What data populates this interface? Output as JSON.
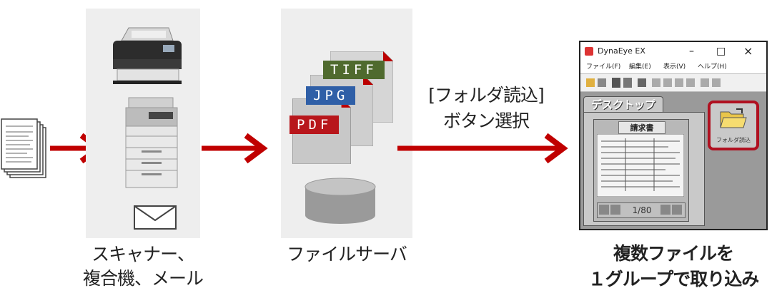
{
  "scanner_label_line1": "スキャナー、",
  "scanner_label_line2": "複合機、メール",
  "server_label": "ファイルサーバ",
  "action_label_line1": "[フォルダ読込]",
  "action_label_line2": "ボタン選択",
  "result_label_line1": "複数ファイルを",
  "result_label_line2": "１グループで取り込み",
  "file_types": [
    "TIFF",
    "JPG",
    "PDF"
  ],
  "file_type_colors": {
    "TIFF": "#4f6a2e",
    "JPG": "#2f5fa7",
    "PDF": "#b8161b"
  },
  "arrow_color": "#c00000",
  "window": {
    "title": "DynaEye EX",
    "minimize": "–",
    "maximize": "□",
    "close": "×",
    "menu": [
      "ファイル(F)",
      "編集(E)",
      "表示(V)",
      "ヘルプ(H)"
    ],
    "desktop_tab": "デスクトップ",
    "doc_title": "請求書",
    "page_counter": "1/80",
    "folder_button_label": "フォルダ読込"
  }
}
